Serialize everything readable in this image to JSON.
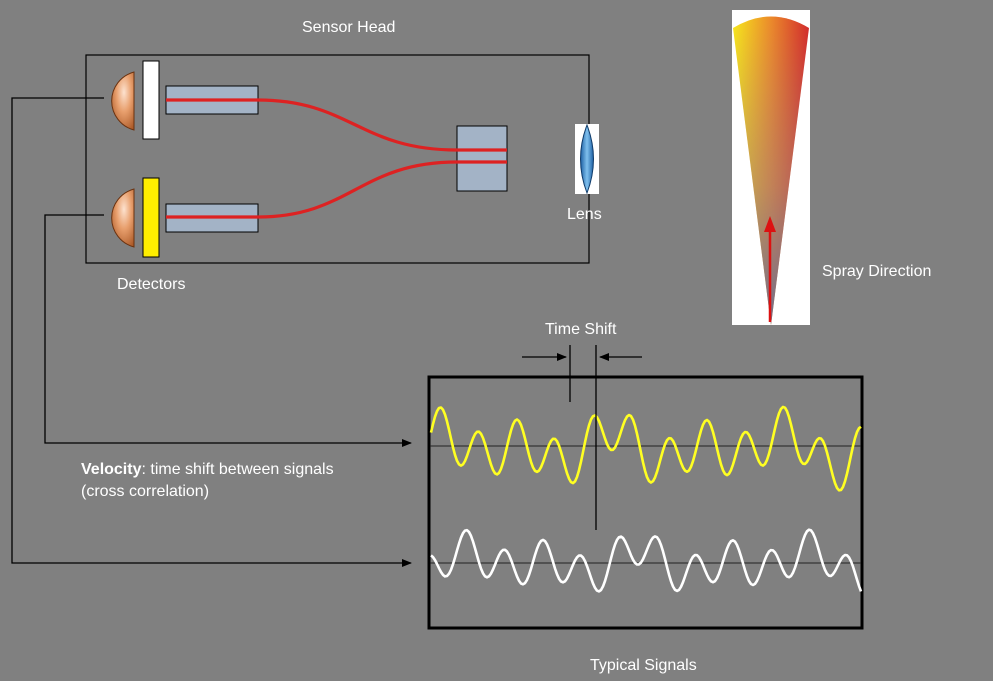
{
  "labels": {
    "sensor_head": "Sensor Head",
    "lens": "Lens",
    "detectors": "Detectors",
    "spray_direction": "Spray Direction",
    "time_shift": "Time Shift",
    "velocity_bold": "Velocity",
    "velocity_rest": ": time shift between signals",
    "velocity_line2": "(cross correlation)",
    "typical_signals": "Typical Signals"
  },
  "colors": {
    "background": "#808080",
    "fiber": "#dd2222",
    "yellow_signal": "#ffff22",
    "white_signal": "#ffffff",
    "top_filter": "#ffffff",
    "bottom_filter": "#ffee00",
    "fiber_block": "#a3b3c6",
    "detector_dome": "#d98a55",
    "lens": "#3b84c7",
    "arrow": "#dd1111"
  },
  "icons": {
    "detector_top": "photodetector-dome-icon",
    "detector_bottom": "photodetector-dome-icon",
    "lens": "lens-icon",
    "spray": "spray-cone-icon"
  }
}
